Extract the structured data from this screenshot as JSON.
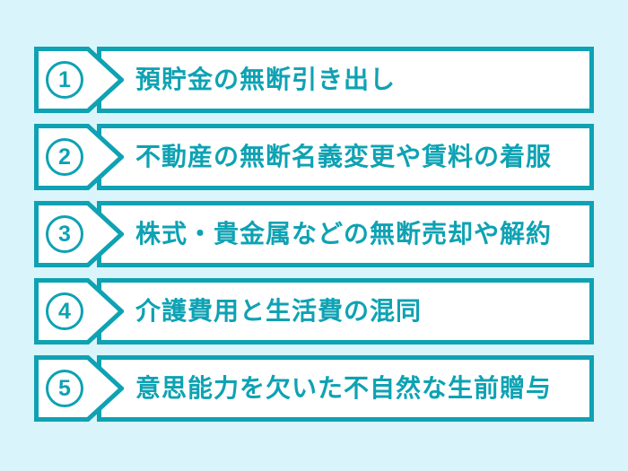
{
  "colors": {
    "accent": "#0ea2b3",
    "background": "#d9f5fb",
    "box_fill": "#ffffff"
  },
  "items": [
    {
      "number": "1",
      "label": "預貯金の無断引き出し"
    },
    {
      "number": "2",
      "label": "不動産の無断名義変更や賃料の着服"
    },
    {
      "number": "3",
      "label": "株式・貴金属などの無断売却や解約"
    },
    {
      "number": "4",
      "label": "介護費用と生活費の混同"
    },
    {
      "number": "5",
      "label": "意思能力を欠いた不自然な生前贈与"
    }
  ]
}
